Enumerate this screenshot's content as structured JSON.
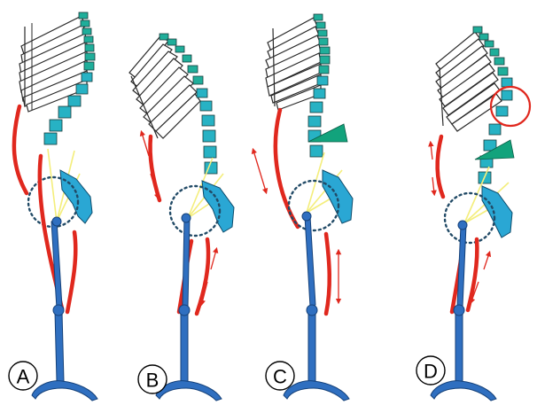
{
  "figure": {
    "panels": [
      {
        "id": "A",
        "label": "A"
      },
      {
        "id": "B",
        "label": "B"
      },
      {
        "id": "C",
        "label": "C"
      },
      {
        "id": "D",
        "label": "D"
      }
    ]
  },
  "colors": {
    "ribs": "#ffffff",
    "thoracic_vertebrae": "#1fae9a",
    "lumbar_vertebrae": "#27b2c4",
    "leg_bones": "#2f6fc0",
    "muscles": "#e0281e",
    "wedge": "#12a37c",
    "force_lines": "#f4ee7c",
    "hip_joint_outline": "#214a66"
  }
}
